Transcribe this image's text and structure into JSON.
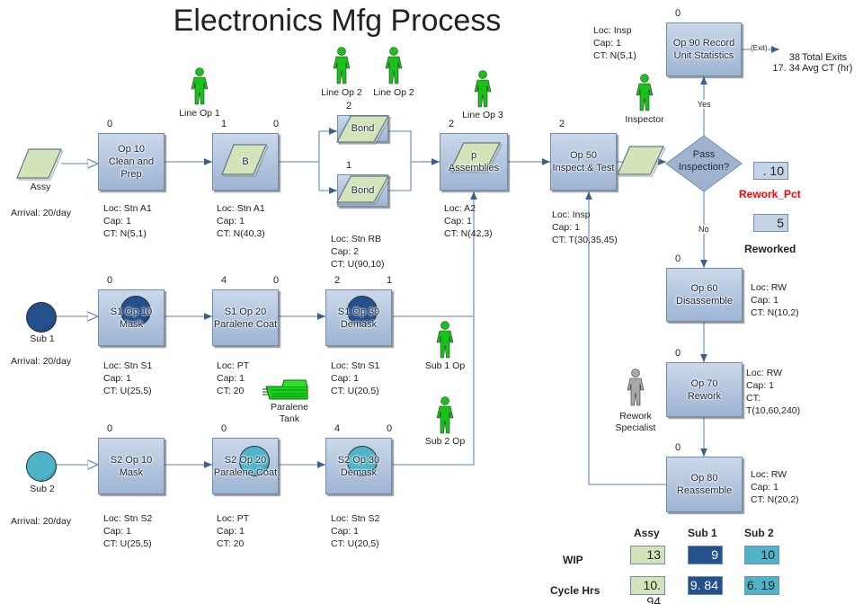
{
  "title": "Electronics Mfg Process",
  "colors": {
    "assy": "#d4e3b8",
    "sub1": "#24508b",
    "sub2": "#4fb4c8",
    "worker": "#19c219",
    "specialist": "#a8a8a8",
    "rework_label": "#ff0000"
  },
  "sources": [
    {
      "key": "assy",
      "label": "Assy",
      "arrival": "Arrival: 20/day",
      "icon": "parallelogram"
    },
    {
      "key": "sub1",
      "label": "Sub 1",
      "arrival": "Arrival: 20/day",
      "icon": "circle"
    },
    {
      "key": "sub2",
      "label": "Sub 2",
      "arrival": "Arrival: 20/day",
      "icon": "circle"
    }
  ],
  "ops": [
    {
      "key": "op10",
      "label": [
        "Op 10",
        "Clean and Prep"
      ],
      "counts": [
        "0"
      ],
      "info": [
        "Loc: Stn A1",
        "Cap: 1",
        "CT: N(5,1)"
      ]
    },
    {
      "key": "op20",
      "label": [
        "",
        "B"
      ],
      "counts": [
        "1",
        "0"
      ],
      "info": [
        "Loc: Stn A1",
        "Cap: 1",
        "CT: N(40,3)"
      ]
    },
    {
      "key": "bond1",
      "label": [
        "Bond"
      ],
      "counts": [
        "2"
      ],
      "info": []
    },
    {
      "key": "bond2",
      "label": [
        "Bond"
      ],
      "counts": [
        "1"
      ],
      "info": [
        "Loc: Stn RB",
        "Cap: 2",
        "CT: U(90,10)"
      ]
    },
    {
      "key": "op40",
      "label": [
        "p",
        "Assemblies"
      ],
      "counts": [
        "2"
      ],
      "info": [
        "Loc: A2",
        "Cap: 1",
        "CT: N(42,3)"
      ]
    },
    {
      "key": "op50",
      "label": [
        "Op 50",
        "Inspect & Test"
      ],
      "counts": [
        "2"
      ],
      "info": [
        "Loc: Insp",
        "Cap: 1",
        "CT: T(30,35,45)"
      ]
    },
    {
      "key": "op90",
      "label": [
        "Op 90 Record",
        "Unit Statistics"
      ],
      "counts": [
        "0"
      ],
      "info": [
        "Loc: Insp",
        "Cap: 1",
        "CT: N(5,1)"
      ]
    },
    {
      "key": "op60",
      "label": [
        "Op 60",
        "Disassemble"
      ],
      "counts": [
        "0"
      ],
      "info": [
        "Loc: RW",
        "Cap: 1",
        "CT: N(10,2)"
      ]
    },
    {
      "key": "op70",
      "label": [
        "Op 70",
        "Rework"
      ],
      "counts": [
        "0"
      ],
      "info": [
        "Loc: RW",
        "Cap: 1",
        "CT:",
        "T(10,60,240)"
      ]
    },
    {
      "key": "op80",
      "label": [
        "Op 80",
        "Reassemble"
      ],
      "counts": [
        "0"
      ],
      "info": [
        "Loc: RW",
        "Cap: 1",
        "CT: N(20,2)"
      ]
    },
    {
      "key": "s1op10",
      "label": [
        "S1 Op 10",
        "Mask"
      ],
      "counts": [
        "0"
      ],
      "info": [
        "Loc: Stn S1",
        "Cap: 1",
        "CT: U(25,5)"
      ]
    },
    {
      "key": "s1op20",
      "label": [
        "S1 Op 20",
        "Paralene Coat"
      ],
      "counts": [
        "4",
        "0"
      ],
      "info": [
        "Loc: PT",
        "Cap: 1",
        "CT: 20"
      ]
    },
    {
      "key": "s1op30",
      "label": [
        "S1 Op 30",
        "Demask"
      ],
      "counts": [
        "2",
        "1"
      ],
      "info": [
        "Loc: Stn S1",
        "Cap: 1",
        "CT: U(20,5)"
      ]
    },
    {
      "key": "s2op10",
      "label": [
        "S2 Op 10",
        "Mask"
      ],
      "counts": [
        "0"
      ],
      "info": [
        "Loc: Stn S2",
        "Cap: 1",
        "CT: U(25,5)"
      ]
    },
    {
      "key": "s2op20",
      "label": [
        "S2 Op 20",
        "Paralene Coat"
      ],
      "counts": [
        "0"
      ],
      "info": [
        "Loc: PT",
        "Cap: 1",
        "CT: 20"
      ]
    },
    {
      "key": "s2op30",
      "label": [
        "S2 Op 30",
        "Demask"
      ],
      "counts": [
        "4",
        "0"
      ],
      "info": [
        "Loc: Stn S2",
        "Cap: 1",
        "CT: U(20,5)"
      ]
    }
  ],
  "decision": {
    "label": [
      "Pass",
      "Inspection?"
    ],
    "yes": "Yes",
    "no": "No"
  },
  "workers": [
    {
      "key": "lineop1",
      "label": "Line Op 1"
    },
    {
      "key": "lineop2a",
      "label": "Line Op 2"
    },
    {
      "key": "lineop2b",
      "label": "Line Op 2"
    },
    {
      "key": "lineop3",
      "label": "Line Op 3"
    },
    {
      "key": "inspector",
      "label": "Inspector"
    },
    {
      "key": "sub1op",
      "label": "Sub 1 Op"
    },
    {
      "key": "sub2op",
      "label": "Sub 2 Op"
    },
    {
      "key": "specialist",
      "label": "Rework Specialist"
    }
  ],
  "tank": {
    "label": "Paralene Tank"
  },
  "exit": {
    "label": "(Exit)",
    "total_exits": "38",
    "total_exits_label": "Total Exits",
    "avg_ct": "17. 34",
    "avg_ct_label": "Avg CT (hr)"
  },
  "rework_pct": {
    "value": ". 10",
    "label": "Rework_Pct"
  },
  "reworked": {
    "value": "5",
    "label": "Reworked"
  },
  "stats": {
    "columns": [
      "Assy",
      "Sub 1",
      "Sub 2"
    ],
    "rows": [
      {
        "label": "WIP",
        "values": [
          "13",
          "9",
          "10"
        ]
      },
      {
        "label": "Cycle Hrs",
        "values": [
          "10. 94",
          "9. 84",
          "6. 19"
        ]
      }
    ]
  }
}
